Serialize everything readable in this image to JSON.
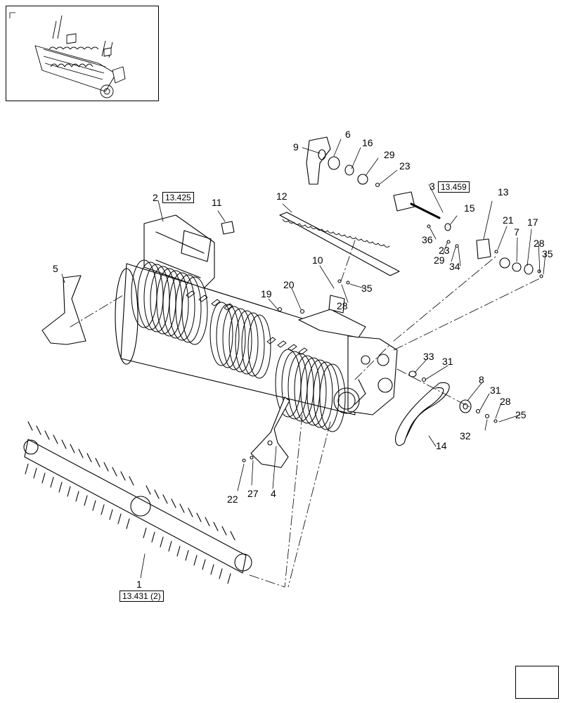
{
  "thumbnail": {
    "icon": "machine-overview-icon"
  },
  "callouts": [
    {
      "id": "1",
      "text": "1"
    },
    {
      "id": "2",
      "text": "2"
    },
    {
      "id": "3",
      "text": "3"
    },
    {
      "id": "4",
      "text": "4"
    },
    {
      "id": "5",
      "text": "5"
    },
    {
      "id": "6",
      "text": "6"
    },
    {
      "id": "7",
      "text": "7"
    },
    {
      "id": "8",
      "text": "8"
    },
    {
      "id": "9",
      "text": "9"
    },
    {
      "id": "10",
      "text": "10"
    },
    {
      "id": "11",
      "text": "11"
    },
    {
      "id": "12",
      "text": "12"
    },
    {
      "id": "13",
      "text": "13"
    },
    {
      "id": "14",
      "text": "14"
    },
    {
      "id": "15",
      "text": "15"
    },
    {
      "id": "16",
      "text": "16"
    },
    {
      "id": "17",
      "text": "17"
    },
    {
      "id": "19",
      "text": "19"
    },
    {
      "id": "20",
      "text": "20"
    },
    {
      "id": "21",
      "text": "21"
    },
    {
      "id": "22",
      "text": "22"
    },
    {
      "id": "23a",
      "text": "23"
    },
    {
      "id": "23b",
      "text": "23"
    },
    {
      "id": "25",
      "text": "25"
    },
    {
      "id": "27",
      "text": "27"
    },
    {
      "id": "28a",
      "text": "28"
    },
    {
      "id": "28b",
      "text": "28"
    },
    {
      "id": "28c",
      "text": "28"
    },
    {
      "id": "29a",
      "text": "29"
    },
    {
      "id": "29b",
      "text": "29"
    },
    {
      "id": "31a",
      "text": "31"
    },
    {
      "id": "31b",
      "text": "31"
    },
    {
      "id": "32",
      "text": "32"
    },
    {
      "id": "33",
      "text": "33"
    },
    {
      "id": "34",
      "text": "34"
    },
    {
      "id": "35a",
      "text": "35"
    },
    {
      "id": "35b",
      "text": "35"
    },
    {
      "id": "36",
      "text": "36"
    }
  ],
  "references": {
    "ref_2": "13.425",
    "ref_3": "13.459",
    "ref_1": "13.431 (2)"
  },
  "navigation": {
    "icon": "previous-page-arrow-icon"
  }
}
